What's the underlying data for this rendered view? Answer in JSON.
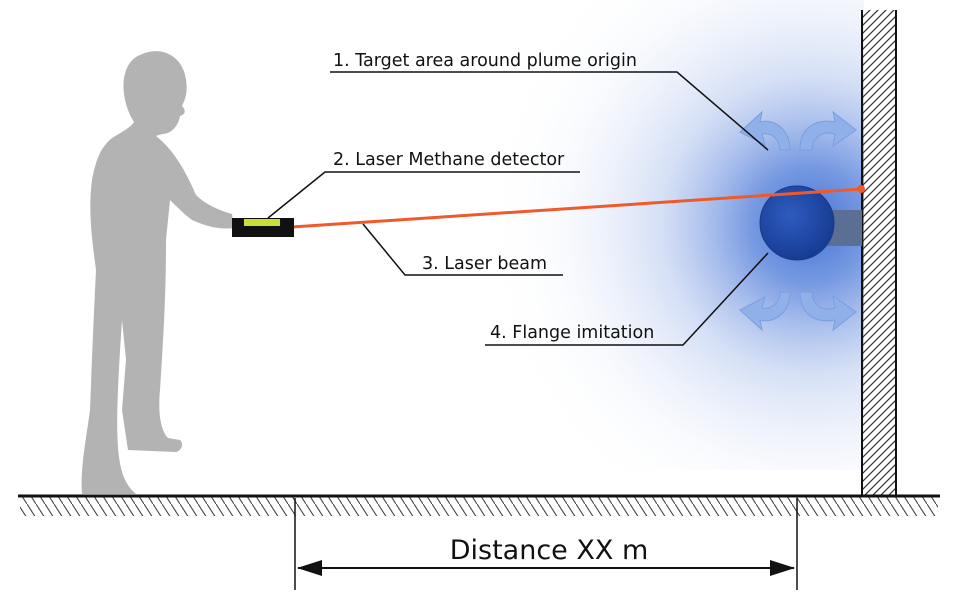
{
  "labels": {
    "target_area": "1. Target area around plume origin",
    "detector": "2. Laser Methane detector",
    "beam": "3. Laser beam",
    "flange": "4. Flange imitation"
  },
  "dimension": {
    "text": "Distance XX m"
  },
  "colors": {
    "person": "#b3b3b3",
    "laser": "#f05a2a",
    "flange": "#1f4aa5",
    "plume": "#3a6ad0",
    "detector_body": "#111111",
    "detector_display": "#c9de3a",
    "hatch": "#333333"
  },
  "icons": {
    "arrows": "plume-flow-arrow-icon"
  }
}
